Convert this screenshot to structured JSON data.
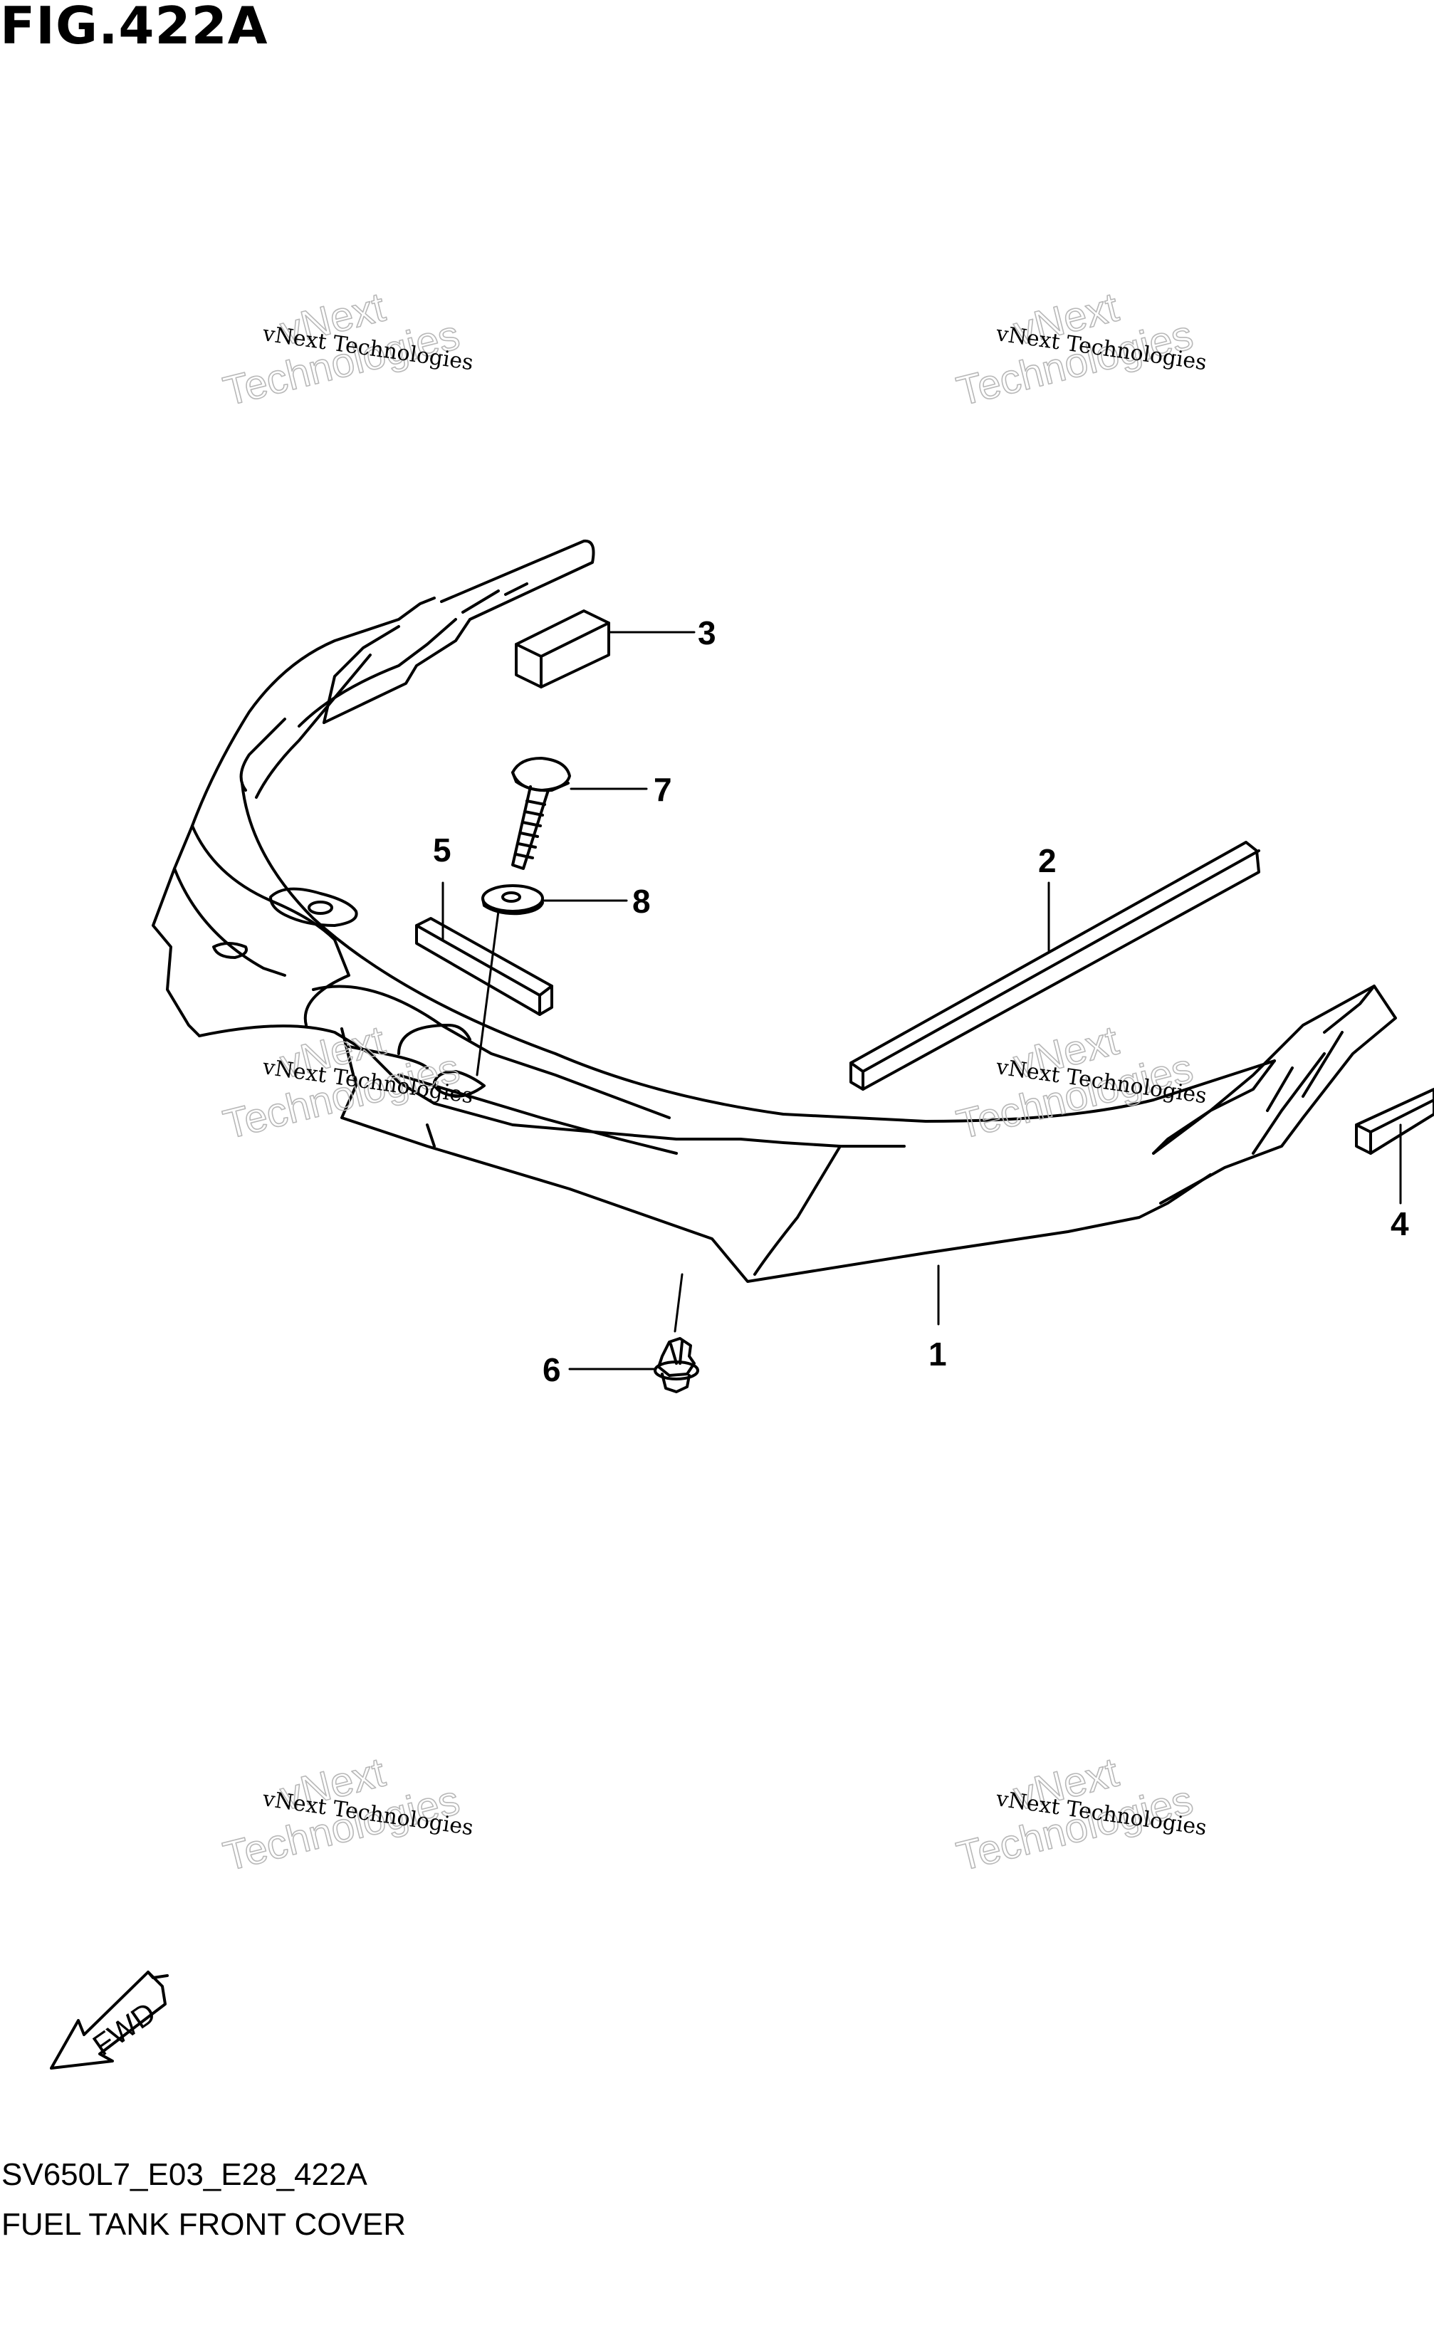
{
  "figure": {
    "title": "FIG.422A",
    "code": "SV650L7_E03_E28_422A",
    "name": "FUEL TANK FRONT COVER"
  },
  "callouts": [
    {
      "id": "1",
      "label": "1"
    },
    {
      "id": "2",
      "label": "2"
    },
    {
      "id": "3",
      "label": "3"
    },
    {
      "id": "4",
      "label": "4"
    },
    {
      "id": "5",
      "label": "5"
    },
    {
      "id": "6",
      "label": "6"
    },
    {
      "id": "7",
      "label": "7"
    },
    {
      "id": "8",
      "label": "8"
    }
  ],
  "direction_arrow": {
    "label": "FWD"
  },
  "watermark": {
    "line1": "vNext Technologies",
    "line2a": "vNext",
    "line2b": "Technologies"
  }
}
